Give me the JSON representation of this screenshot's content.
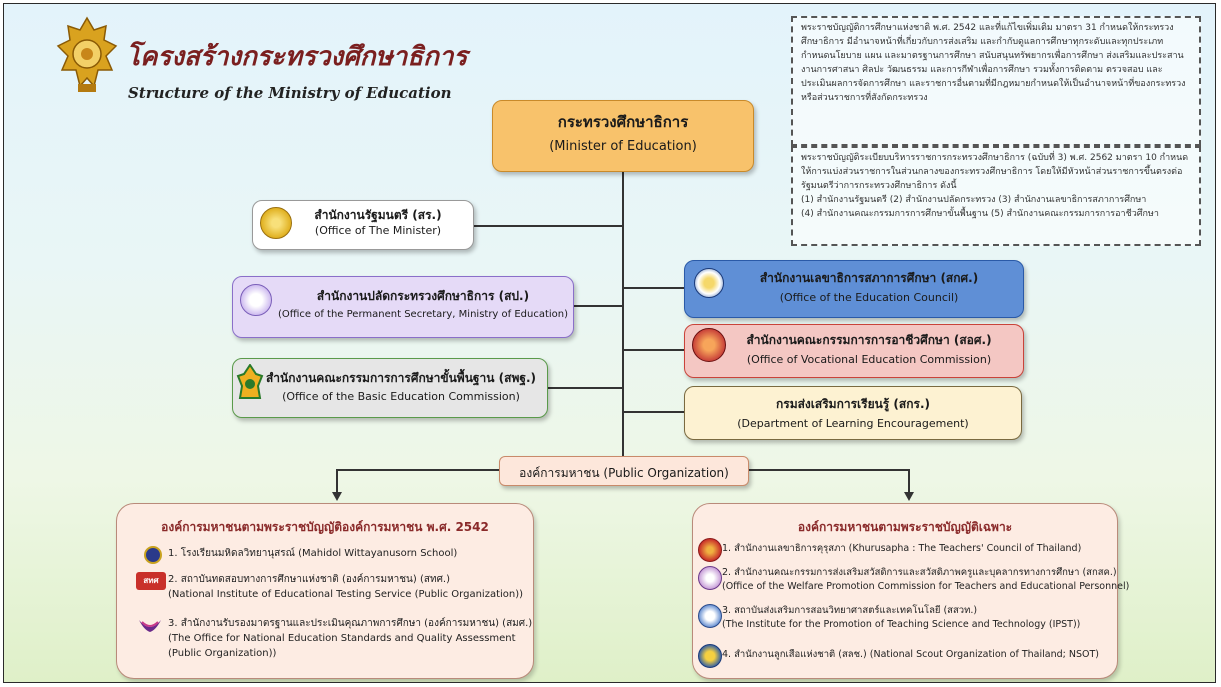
{
  "header": {
    "title_th": "โครงสร้างกระทรวงศึกษาธิการ",
    "title_en": "Structure of the Ministry of Education"
  },
  "notes": {
    "note1": "พระราชบัญญัติการศึกษาแห่งชาติ พ.ศ. 2542 และที่แก้ไขเพิ่มเติม มาตรา 31 กำหนดให้กระทรวงศึกษาธิการ มีอำนาจหน้าที่เกี่ยวกับการส่งเสริม และกำกับดูแลการศึกษาทุกระดับและทุกประเภท กำหนดนโยบาย แผน และมาตรฐานการศึกษา สนับสนุนทรัพยากรเพื่อการศึกษา ส่งเสริมและประสานงานการศาสนา ศิลปะ วัฒนธรรม และการกีฬาเพื่อการศึกษา รวมทั้งการติดตาม ตรวจสอบ และประเมินผลการจัดการศึกษา และราชการอื่นตามที่มีกฎหมายกำหนดให้เป็นอำนาจหน้าที่ของกระทรวงหรือส่วนราชการที่สังกัดกระทรวง",
    "note2_intro": "พระราชบัญญัติระเบียบบริหารราชการกระทรวงศึกษาธิการ (ฉบับที่ 3) พ.ศ. 2562 มาตรา 10 กำหนดให้การแบ่งส่วนราชการในส่วนกลางของกระทรวงศึกษาธิการ โดยให้มีหัวหน้าส่วนราชการขึ้นตรงต่อรัฐมนตรีว่าการกระทรวงศึกษาธิการ ดังนี้",
    "note2_line1": "(1) สำนักงานรัฐมนตรี  (2) สำนักงานปลัดกระทรวง (3) สำนักงานเลขาธิการสภาการศึกษา",
    "note2_line2": "(4) สำนักงานคณะกรรมการการศึกษาขั้นพื้นฐาน    (5) สำนักงานคณะกรรมการการอาชีวศึกษา"
  },
  "minister": {
    "th": "กระทรวงศึกษาธิการ",
    "en": "(Minister of Education)"
  },
  "left_units": [
    {
      "th": "สำนักงานรัฐมนตรี (สร.)",
      "en": "(Office of The Minister)"
    },
    {
      "th": "สำนักงานปลัดกระทรวงศึกษาธิการ (สป.)",
      "en": "(Office of the Permanent Secretary, Ministry of Education)"
    },
    {
      "th": "สำนักงานคณะกรรมการการศึกษาขั้นพื้นฐาน (สพฐ.)",
      "en": "(Office of the Basic Education Commission)"
    }
  ],
  "right_units": [
    {
      "th": "สำนักงานเลขาธิการสภาการศึกษา (สกศ.)",
      "en": "(Office of the Education Council)"
    },
    {
      "th": "สำนักงานคณะกรรมการการอาชีวศึกษา (สอศ.)",
      "en": "(Office of Vocational Education Commission)"
    },
    {
      "th": "กรมส่งเสริมการเรียนรู้ (สกร.)",
      "en": "(Department of Learning Encouragement)"
    }
  ],
  "public_org": {
    "label": "องค์การมหาชน (Public Organization)"
  },
  "pub_left": {
    "title": "องค์การมหาชนตามพระราชบัญญัติองค์การมหาชน พ.ศ. 2542",
    "items": [
      {
        "line1": "1. โรงเรียนมหิดลวิทยานุสรณ์ (Mahidol Wittayanusorn School)",
        "line2": "",
        "line3": ""
      },
      {
        "line1": "2. สถาบันทดสอบทางการศึกษาแห่งชาติ (องค์การมหาชน) (สทศ.)",
        "line2": "(National Institute of Educational Testing Service (Public Organization))",
        "line3": ""
      },
      {
        "line1": "3. สำนักงานรับรองมาตรฐานและประเมินคุณภาพการศึกษา (องค์การมหาชน) (สมศ.)",
        "line2": "(The Office for National Education Standards and Quality Assessment",
        "line3": "(Public Organization))"
      }
    ],
    "logo_text": "สทศ"
  },
  "pub_right": {
    "title": "องค์การมหาชนตามพระราชบัญญัติเฉพาะ",
    "items": [
      {
        "line1": "1. สำนักงานเลขาธิการคุรุสภา (Khurusapha : The Teachers' Council of Thailand)",
        "line2": ""
      },
      {
        "line1": "2. สำนักงานคณะกรรมการส่งเสริมสวัสดิการและสวัสดิภาพครูและบุคลากรทางการศึกษา (สกสค.)",
        "line2": "(Office of the Welfare Promotion Commission for Teachers and Educational Personnel)"
      },
      {
        "line1": "3. สถาบันส่งเสริมการสอนวิทยาศาสตร์และเทคโนโลยี (สสวท.)",
        "line2": "(The Institute for the Promotion of Teaching Science and Technology (IPST))"
      },
      {
        "line1": "4. สำนักงานลูกเสือแห่งชาติ (สลช.) (National Scout Organization of Thailand; NSOT)",
        "line2": ""
      }
    ]
  },
  "colors": {
    "minister": "#f8c26b",
    "office_minister": "#ffffff",
    "permanent": "#e5daf7",
    "basic": "#e6e6e6",
    "council": "#5f8fd6",
    "vocational": "#f4c7c3",
    "learning": "#fdf2d2"
  }
}
